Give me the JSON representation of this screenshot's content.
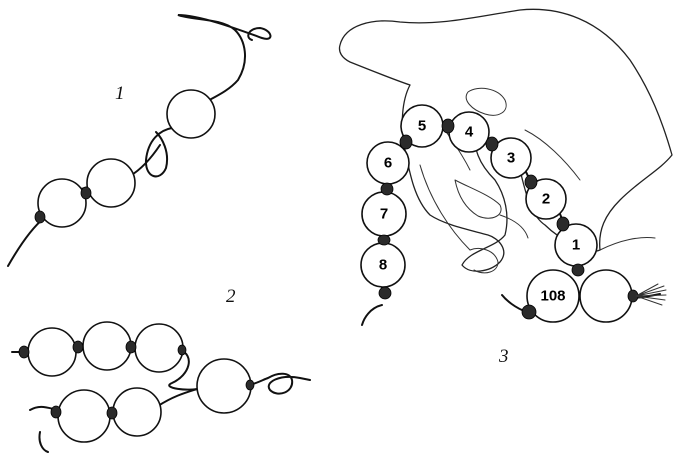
{
  "panels": [
    {
      "label": "1"
    },
    {
      "label": "2"
    },
    {
      "label": "3"
    }
  ],
  "bead_labels": [
    "5",
    "4",
    "3",
    "2",
    "1",
    "108",
    "6",
    "7",
    "8"
  ]
}
